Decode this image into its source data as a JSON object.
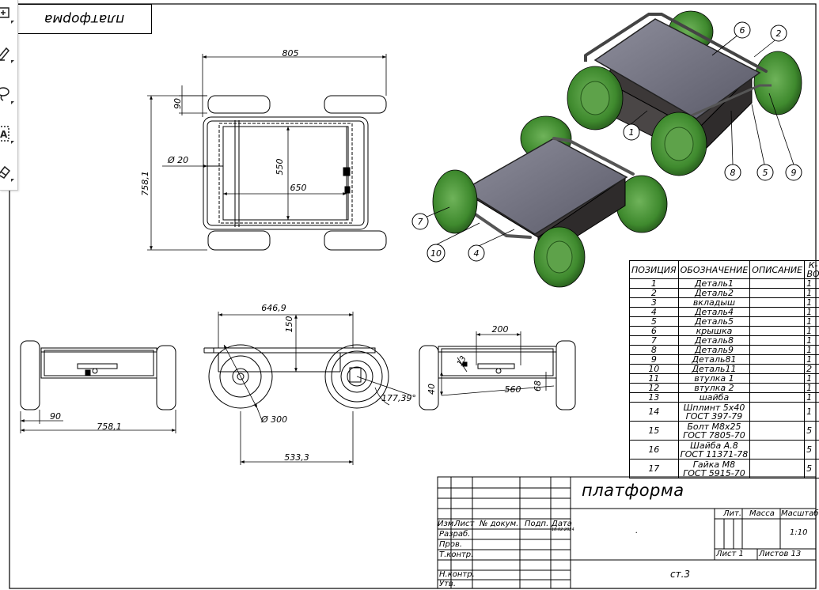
{
  "toolbar": {
    "tools": [
      {
        "icon": "insert-comment-icon"
      },
      {
        "icon": "pen-icon"
      },
      {
        "icon": "lasso-icon"
      },
      {
        "icon": "text-box-icon"
      },
      {
        "icon": "eraser-icon"
      }
    ]
  },
  "mirror_stamp": "платформа",
  "dimensions": {
    "top_width": "805",
    "wheel_width": "90",
    "axle_d": "Ø 20",
    "inner_h": "550",
    "inner_w": "650",
    "overall_h": "758,1",
    "front_width": "758,1",
    "front_wheel": "90",
    "side_len": "646,9",
    "side_h": "150",
    "wheel_d": "Ø 300",
    "wheel_base": "533,3",
    "angle": "177,39°",
    "r_200": "200",
    "r_13": "13",
    "r_40": "40",
    "r_560": "560",
    "r_68": "68"
  },
  "callouts": [
    "1",
    "2",
    "4",
    "5",
    "6",
    "7",
    "8",
    "9",
    "10"
  ],
  "bom": {
    "headers": [
      "ПОЗИЦИЯ",
      "ОБОЗНАЧЕНИЕ",
      "ОПИСАНИЕ",
      "К-ВО"
    ],
    "rows": [
      {
        "pos": "1",
        "name": "Деталь1",
        "qty": "1"
      },
      {
        "pos": "2",
        "name": "Деталь2",
        "qty": "1"
      },
      {
        "pos": "3",
        "name": "вкладыш",
        "qty": "1"
      },
      {
        "pos": "4",
        "name": "Деталь4",
        "qty": "1"
      },
      {
        "pos": "5",
        "name": "Деталь5",
        "qty": "1"
      },
      {
        "pos": "6",
        "name": "крышка",
        "qty": "1"
      },
      {
        "pos": "7",
        "name": "Деталь8",
        "qty": "1"
      },
      {
        "pos": "8",
        "name": "Деталь9",
        "qty": "1"
      },
      {
        "pos": "9",
        "name": "Деталь81",
        "qty": "1"
      },
      {
        "pos": "10",
        "name": "Деталь11",
        "qty": "2"
      },
      {
        "pos": "11",
        "name": "втулка 1",
        "qty": "1"
      },
      {
        "pos": "12",
        "name": "втулка 2",
        "qty": "1"
      },
      {
        "pos": "13",
        "name": "шайба",
        "qty": "1"
      }
    ],
    "tall_rows": [
      {
        "pos": "14",
        "l1": "Шплинт 5х40",
        "l2": "ГОСТ 397-79",
        "qty": "1"
      },
      {
        "pos": "15",
        "l1": "Болт М8х25",
        "l2": "ГОСТ 7805-70",
        "qty": "5"
      },
      {
        "pos": "16",
        "l1": "Шайба А.8",
        "l2": "ГОСТ 11371-78",
        "qty": "5"
      },
      {
        "pos": "17",
        "l1": "Гайка М8",
        "l2": "ГОСТ 5915-70",
        "qty": "5"
      }
    ]
  },
  "title_block": {
    "title": "платформа",
    "lit": "Лит.",
    "mass": "Масса",
    "scale_h": "Масштаб",
    "scale": "1:10",
    "sheet": "Лист 1",
    "sheets": "Листов 13",
    "company": "ст.3",
    "dot": ".",
    "cols": [
      "Изм.",
      "Лист",
      "№ докум.",
      "Подп.",
      "Дата"
    ],
    "date_val": "18.02.2024",
    "roles": [
      "Разраб.",
      "Пров.",
      "Т.контр.",
      "Н.контр.",
      "Утв."
    ]
  }
}
